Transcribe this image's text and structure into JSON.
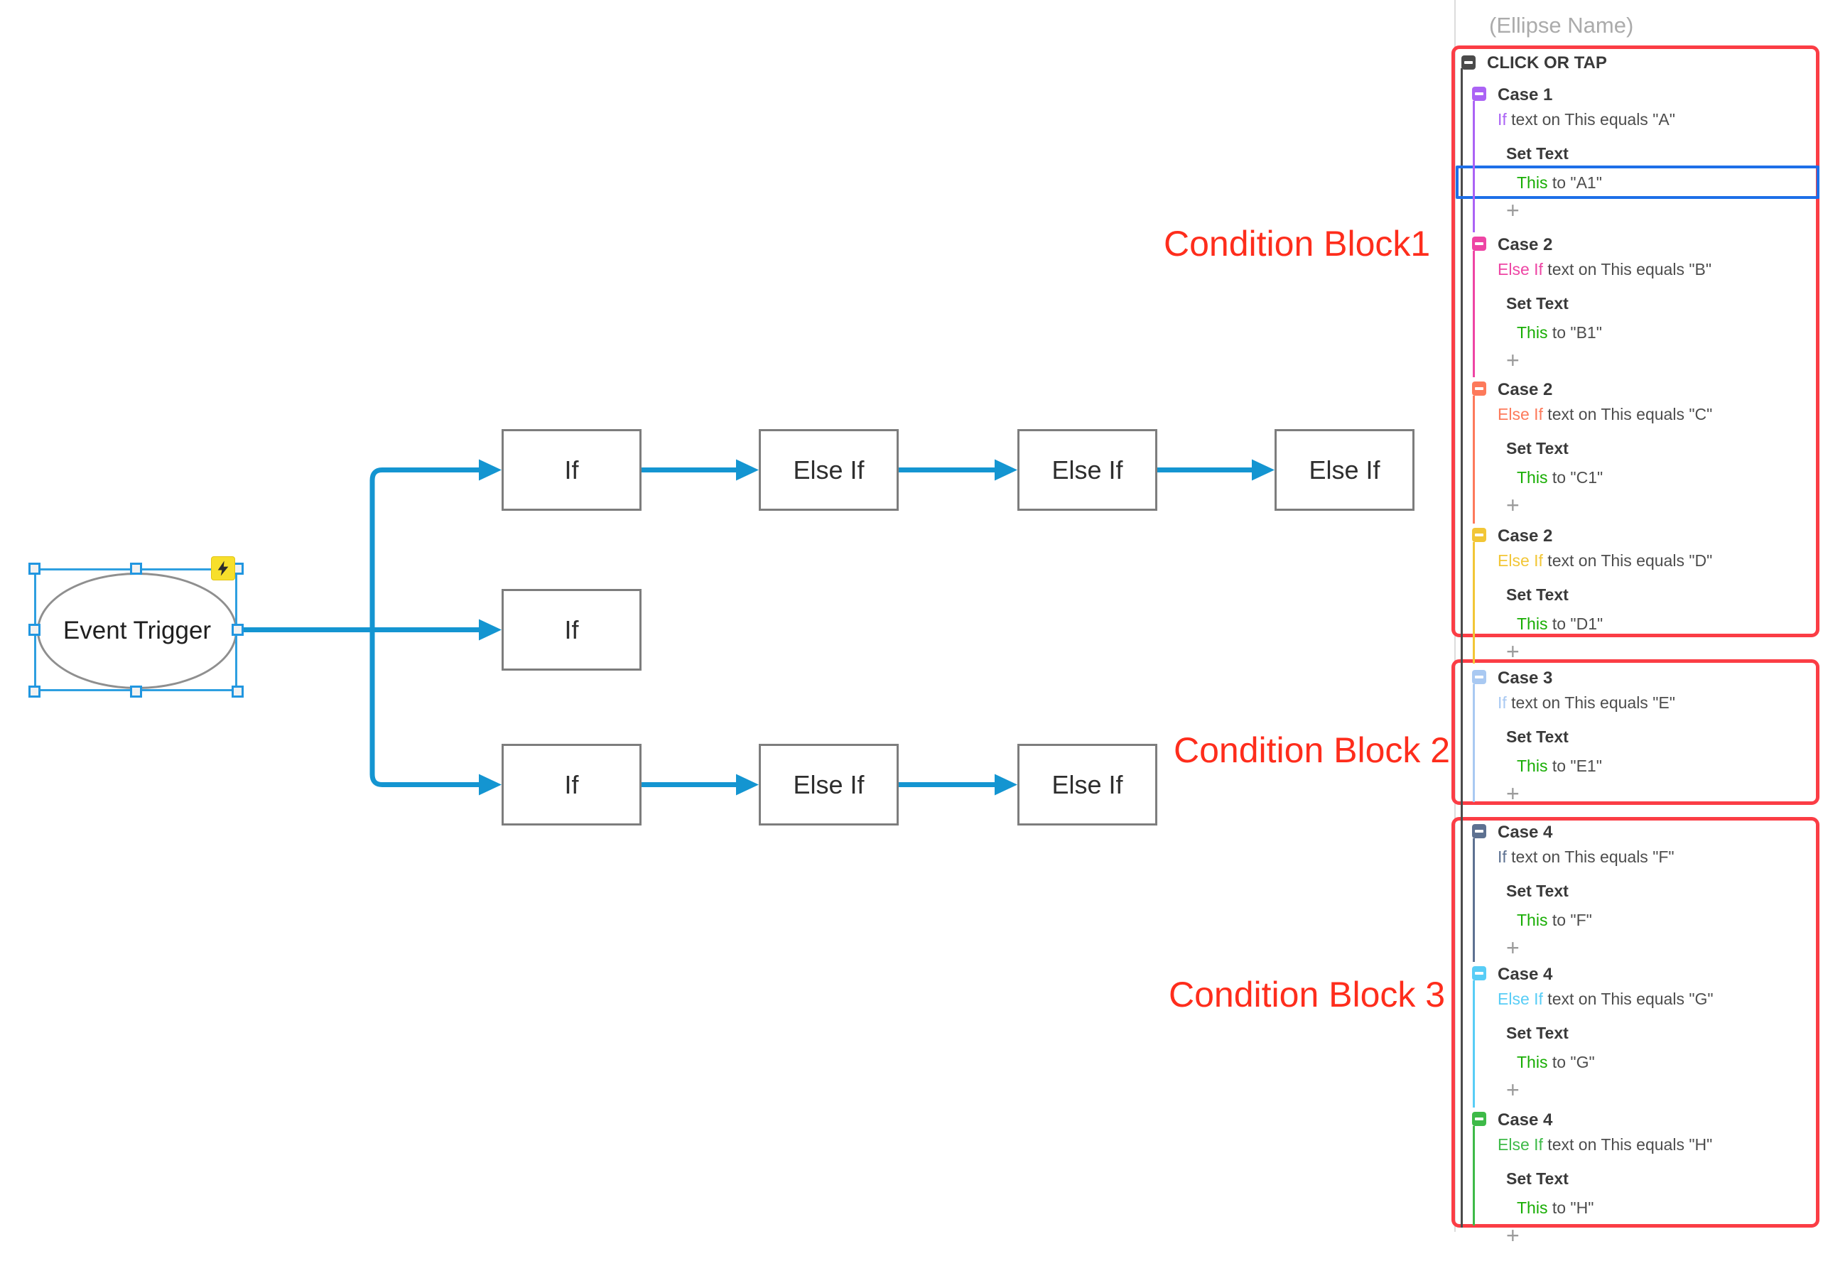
{
  "flowchart": {
    "trigger_label": "Event Trigger",
    "rows": [
      [
        "If",
        "Else If",
        "Else If",
        "Else If"
      ],
      [
        "If"
      ],
      [
        "If",
        "Else If",
        "Else If"
      ]
    ],
    "connector_color": "#1495d1",
    "selection_color": "#2e9fe0",
    "badge_color": "#f7df2b"
  },
  "annotations": [
    {
      "label": "Condition Block1"
    },
    {
      "label": "Condition Block 2"
    },
    {
      "label": "Condition Block 3"
    }
  ],
  "annotation_text_color": "#fe2d1c",
  "annotation_border_color": "#fb3d45",
  "panel": {
    "name_placeholder": "(Ellipse Name)",
    "trigger_label": "CLICK OR TAP",
    "trigger_icon_color": "#4b4b4b",
    "plus": "+",
    "this_color": "#17ad02",
    "selected_outline_color": "#1d6fe8",
    "cases": [
      {
        "title": "Case 1",
        "color": "#ab63f5",
        "keyword": "If",
        "condition": " text on This equals \"A\"",
        "action": "Set Text",
        "target": "This",
        "value": " to \"A1\"",
        "selected": true
      },
      {
        "title": "Case 2",
        "color": "#ee45a4",
        "keyword": "Else If",
        "condition": " text on This equals \"B\"",
        "action": "Set Text",
        "target": "This",
        "value": " to \"B1\"",
        "selected": false
      },
      {
        "title": "Case 2",
        "color": "#fd7a5b",
        "keyword": "Else If",
        "condition": " text on This equals \"C\"",
        "action": "Set Text",
        "target": "This",
        "value": " to \"C1\"",
        "selected": false
      },
      {
        "title": "Case 2",
        "color": "#f2c636",
        "keyword": "Else If",
        "condition": " text on This equals \"D\"",
        "action": "Set Text",
        "target": "This",
        "value": " to \"D1\"",
        "selected": false
      },
      {
        "title": "Case 3",
        "color": "#a9c9f2",
        "keyword": "If",
        "condition": " text on This equals \"E\"",
        "action": "Set Text",
        "target": "This",
        "value": " to \"E1\"",
        "selected": false
      },
      {
        "title": "Case 4",
        "color": "#5d7191",
        "keyword": "If",
        "condition": " text on This equals \"F\"",
        "action": "Set Text",
        "target": "This",
        "value": " to \"F\"",
        "selected": false
      },
      {
        "title": "Case 4",
        "color": "#58cdf6",
        "keyword": "Else If",
        "condition": " text on This equals \"G\"",
        "action": "Set Text",
        "target": "This",
        "value": " to \"G\"",
        "selected": false
      },
      {
        "title": "Case 4",
        "color": "#3eba48",
        "keyword": "Else If",
        "condition": " text on This equals \"H\"",
        "action": "Set Text",
        "target": "This",
        "value": " to \"H\"",
        "selected": false
      }
    ]
  }
}
